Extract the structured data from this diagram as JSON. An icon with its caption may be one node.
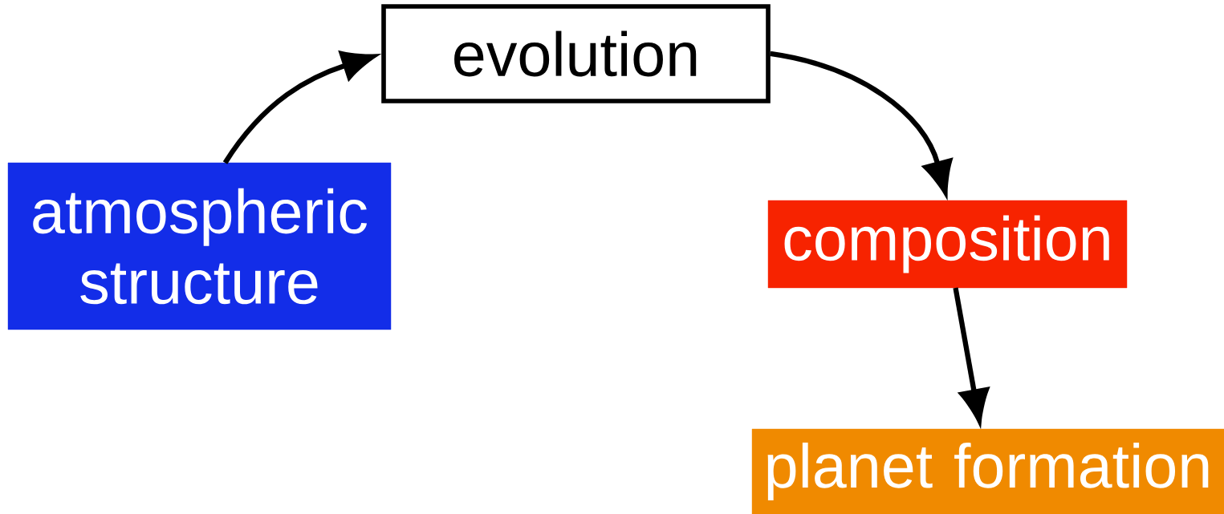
{
  "diagram": {
    "nodes": [
      {
        "text": [
          "atmospheric structure"
        ]
      },
      {
        "text": [
          "evolution"
        ]
      },
      {
        "text": [
          "composition"
        ]
      },
      {
        "text": [
          "planet formation"
        ]
      }
    ],
    "edges": [
      {
        "from": 0,
        "to": 1,
        "arrow": "to"
      },
      {
        "from": 1,
        "to": 2,
        "arrow": "to"
      },
      {
        "from": 2,
        "to": 3,
        "arrow": "to"
      }
    ]
  }
}
